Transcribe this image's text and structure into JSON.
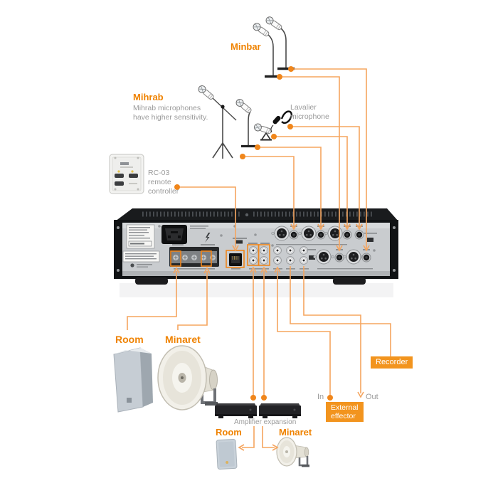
{
  "colors": {
    "accent_orange": "#EF8200",
    "line_orange": "#F5A55F",
    "dot_orange": "#F0861B",
    "chip_orange": "#F2941E",
    "gray_text": "#9B9B9B",
    "amp_panel": "#C9CCCF",
    "amp_chassis": "#141618"
  },
  "labels": {
    "minbar": "Minbar",
    "mihrab": {
      "title": "Mihrab",
      "desc1": "Mihrab microphones",
      "desc2": "have higher sensitivity."
    },
    "lavalier": {
      "line1": "Lavalier",
      "line2": "microphone"
    },
    "rc03": {
      "line1": "RC-03",
      "line2": "remote",
      "line3": "controller"
    },
    "speakers": {
      "room": "Room",
      "minaret": "Minaret"
    },
    "recorder": "Recorder",
    "effector": {
      "in": "In",
      "out": "Out",
      "line1": "External",
      "line2": "effector"
    },
    "expansion": {
      "caption": "Amplifier expansion",
      "room": "Room",
      "minaret": "Minaret"
    }
  },
  "icons": {
    "gooseneck_microphone": "minbar and mihrab gooseneck mics",
    "boom_stand_microphone": "mihrab boom stand mic",
    "lavalier_microphone": "clip-on lavalier mic",
    "handheld_microphone": "handheld mic on desk stand",
    "remote_controller_plate": "RC-03 wall plate",
    "amplifier_rear_panel": "mixer amplifier rear view",
    "box_speaker": "Room wall speaker",
    "horn_speaker": "Minaret horn speaker",
    "expansion_amplifier": "amplifier expansion units"
  }
}
